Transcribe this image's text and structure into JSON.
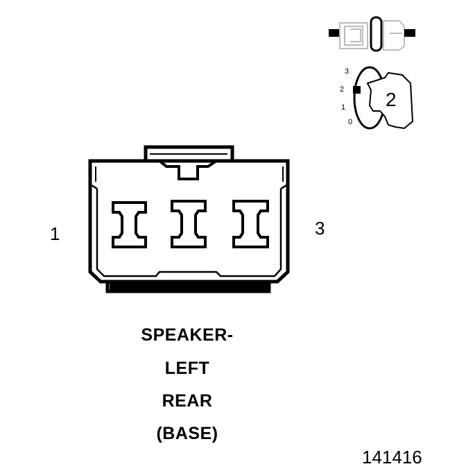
{
  "pins": {
    "left_label": "1",
    "right_label": "3"
  },
  "caption": {
    "line1": "SPEAKER-",
    "line2": "LEFT",
    "line3": "REAR",
    "line4": "(BASE)"
  },
  "figure_id": "141416",
  "side_view": {
    "position_labels": [
      "3",
      "2",
      "1",
      "0"
    ],
    "cavity_number": "2"
  }
}
